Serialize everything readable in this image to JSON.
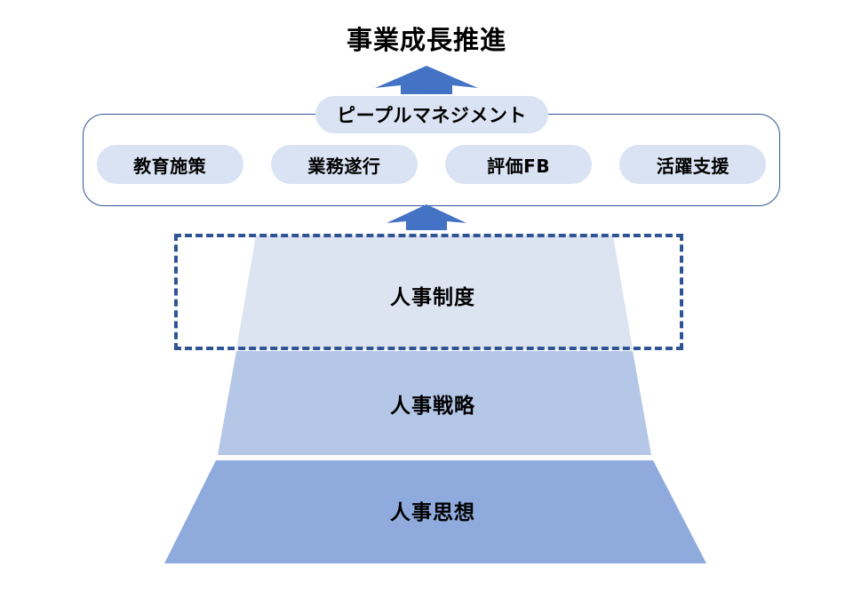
{
  "diagram": {
    "title": "事業成長推進",
    "arrows": [
      {
        "name": "arrow-up-to-title",
        "color": "#4472c4"
      },
      {
        "name": "arrow-up-to-people-management",
        "color": "#4472c4"
      }
    ],
    "people_management": {
      "header_label": "ピープルマネジメント",
      "items": [
        {
          "label": "教育施策"
        },
        {
          "label": "業務遂行"
        },
        {
          "label": "評価FB"
        },
        {
          "label": "活躍支援"
        }
      ],
      "box_border_color": "#2f5597",
      "pill_fill_color": "#dae3f3"
    },
    "pyramid": {
      "highlight": {
        "name": "dashed-highlight-rect",
        "border_color": "#2f5496",
        "style": "dashed"
      },
      "tiers": [
        {
          "label": "人事制度",
          "fill": "#dce4f2",
          "level": 1
        },
        {
          "label": "人事戦略",
          "fill": "#b4c7e7",
          "level": 2
        },
        {
          "label": "人事思想",
          "fill": "#8faadc",
          "level": 3
        }
      ]
    }
  }
}
